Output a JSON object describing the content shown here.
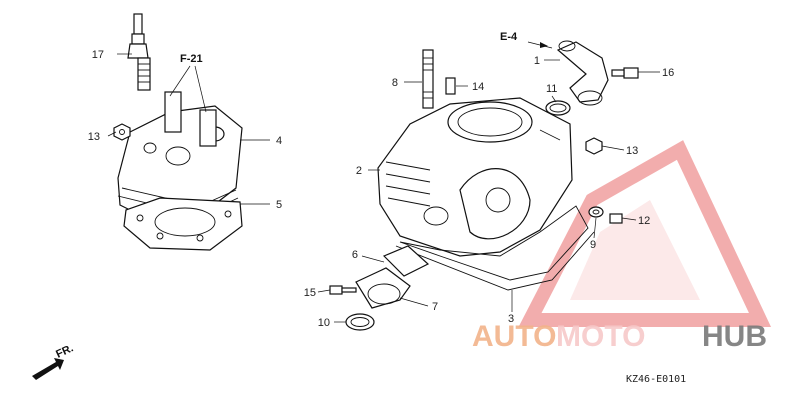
{
  "callouts": {
    "c1": "1",
    "c2": "2",
    "c3": "3",
    "c4": "4",
    "c5": "5",
    "c6": "6",
    "c7": "7",
    "c8": "8",
    "c9": "9",
    "c10": "10",
    "c11": "11",
    "c12": "12",
    "c13a": "13",
    "c13b": "13",
    "c14": "14",
    "c15": "15",
    "c16": "16",
    "c17": "17"
  },
  "references": {
    "f21": "F-21",
    "e4": "E-4",
    "front": "FR."
  },
  "diagram_code": "KZ46-E0101",
  "watermark": {
    "part_a": "AUTO",
    "part_b": "MOTO",
    "part_c": "HUB"
  },
  "colors": {
    "line": "#111111",
    "watermark_logo": "#e86b6b",
    "watermark_auto": "#f2b38a",
    "watermark_hub": "#7a7a7a"
  }
}
